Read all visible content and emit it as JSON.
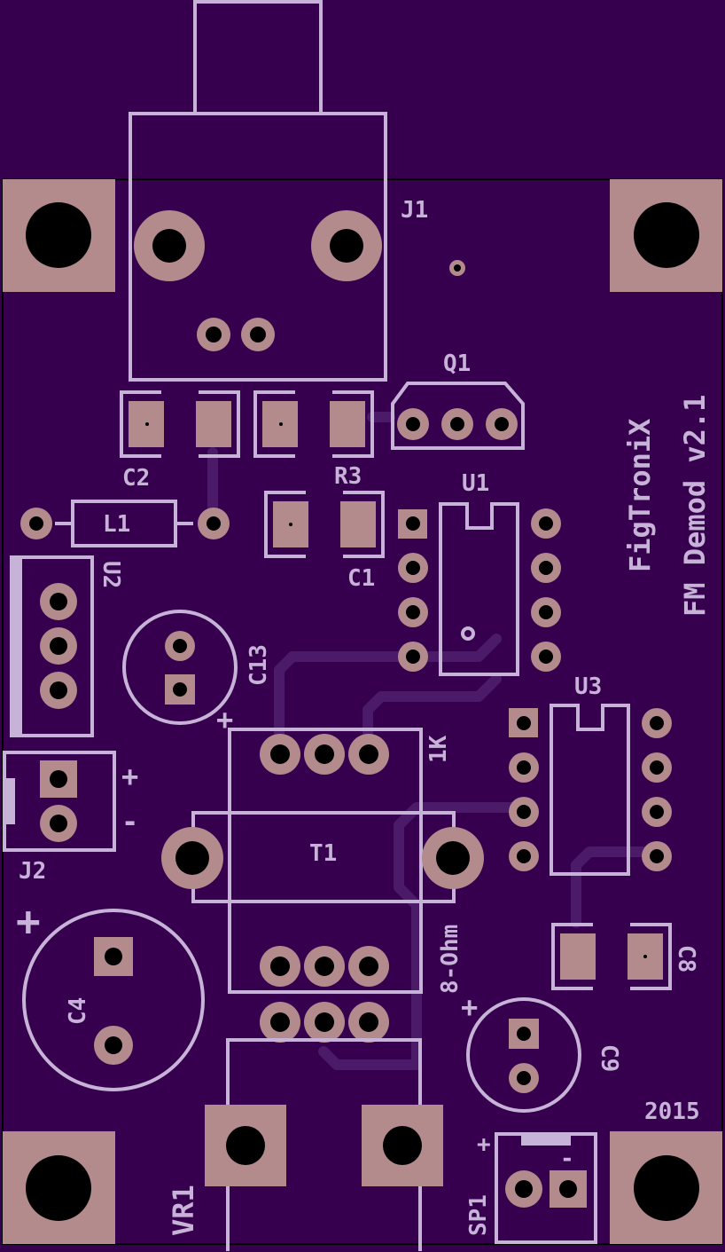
{
  "board": {
    "background": "#36004f",
    "silkscreen_color": "#c6b3d7",
    "copper_color": "#b38b8c",
    "title_line1": "FigTroniX",
    "title_line2": "FM Demod v2.1",
    "year": "2015"
  },
  "designators": {
    "j1": "J1",
    "q1": "Q1",
    "c2": "C2",
    "r3": "R3",
    "u1": "U1",
    "l1": "L1",
    "c1": "C1",
    "u2": "U2",
    "c13": "C13",
    "u3": "U3",
    "t1": "T1",
    "j2": "J2",
    "c4": "C4",
    "c8": "C8",
    "c9": "C9",
    "vr1": "VR1",
    "sp1": "SP1"
  },
  "markings": {
    "t1_primary": "1K",
    "t1_secondary": "8-Ohm",
    "plus": "+",
    "minus": "-"
  }
}
